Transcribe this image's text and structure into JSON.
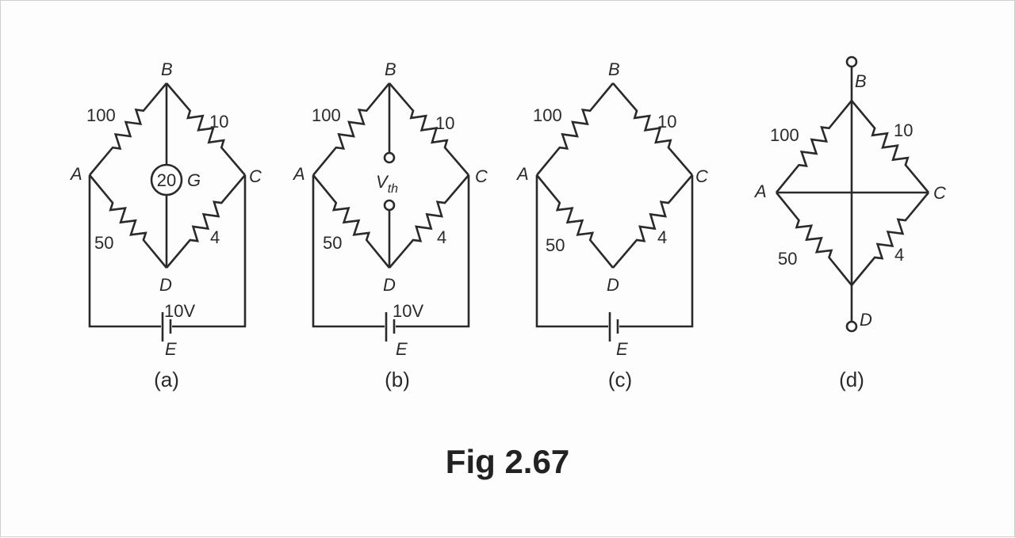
{
  "figure_caption": "Fig 2.67",
  "panels": {
    "a": {
      "sublabel": "(a)",
      "nodes": {
        "A": "A",
        "B": "B",
        "C": "C",
        "D": "D",
        "E": "E"
      },
      "resistors": {
        "AB": "100",
        "BC": "10",
        "AD": "50",
        "DC": "4"
      },
      "galvanometer_value": "20",
      "galvanometer_label": "G",
      "source_label": "10V"
    },
    "b": {
      "sublabel": "(b)",
      "nodes": {
        "A": "A",
        "B": "B",
        "C": "C",
        "D": "D",
        "E": "E"
      },
      "resistors": {
        "AB": "100",
        "BC": "10",
        "AD": "50",
        "DC": "4"
      },
      "vth_main": "V",
      "vth_sub": "th",
      "source_label": "10V"
    },
    "c": {
      "sublabel": "(c)",
      "nodes": {
        "A": "A",
        "B": "B",
        "C": "C",
        "D": "D",
        "E": "E"
      },
      "resistors": {
        "AB": "100",
        "BC": "10",
        "AD": "50",
        "DC": "4"
      }
    },
    "d": {
      "sublabel": "(d)",
      "nodes": {
        "A": "A",
        "B": "B",
        "C": "C",
        "D": "D"
      },
      "resistors": {
        "AB": "100",
        "BC": "10",
        "AD": "50",
        "DC": "4"
      }
    }
  }
}
